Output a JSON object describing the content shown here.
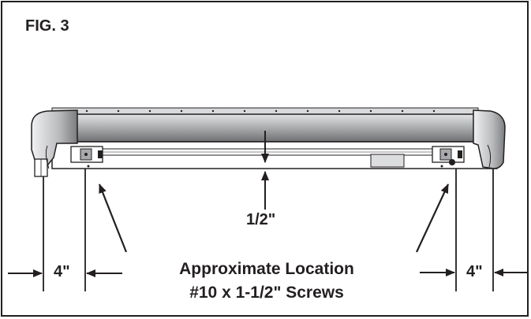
{
  "figure": {
    "title": "FIG. 3"
  },
  "dimensions": {
    "left_offset": "4\"",
    "right_offset": "4\"",
    "rail_offset": "1/2\""
  },
  "caption": {
    "line1": "Approximate Location",
    "line2": "#10 x 1-1/2\" Screws"
  },
  "colors": {
    "ink": "#231f20",
    "body_gray": "#8a8c8e",
    "shell_light": "#b9bbbd"
  }
}
